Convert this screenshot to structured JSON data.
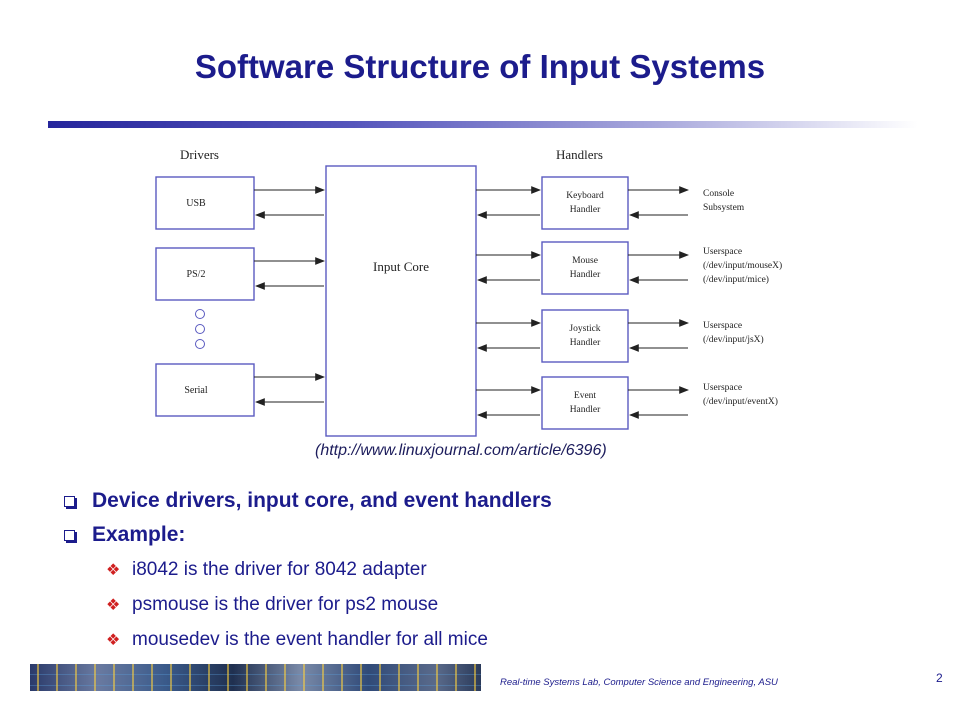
{
  "slide": {
    "title": "Software Structure of Input Systems",
    "caption": "(http://www.linuxjournal.com/article/6396)",
    "bullets": [
      {
        "text": "Device drivers, input core, and event handlers",
        "level": 1
      },
      {
        "text": "Example:",
        "level": 1
      },
      {
        "text": "i8042 is the driver for 8042 adapter",
        "level": 2
      },
      {
        "text": "psmouse is the driver for ps2 mouse",
        "level": 2
      },
      {
        "text": "mousedev is the event handler for all mice",
        "level": 2
      }
    ],
    "footer": "Real-time Systems Lab, Computer Science and Engineering, ASU",
    "page_number": "2"
  },
  "diagram": {
    "drivers_heading": "Drivers",
    "handlers_heading": "Handlers",
    "core_label": "Input Core",
    "drivers": [
      "USB",
      "PS/2",
      "Serial"
    ],
    "handlers": [
      {
        "lines": [
          "Keyboard",
          "Handler"
        ]
      },
      {
        "lines": [
          "Mouse",
          "Handler"
        ]
      },
      {
        "lines": [
          "Joystick",
          "Handler"
        ]
      },
      {
        "lines": [
          "Event",
          "Handler"
        ]
      }
    ],
    "targets": [
      {
        "lines": [
          "Console",
          "Subsystem"
        ]
      },
      {
        "lines": [
          "Userspace",
          "(/dev/input/mouseX)",
          "(/dev/input/mice)"
        ]
      },
      {
        "lines": [
          "Userspace",
          "(/dev/input/jsX)"
        ]
      },
      {
        "lines": [
          "Userspace",
          "(/dev/input/eventX)"
        ]
      }
    ]
  },
  "colors": {
    "title": "#1c1c8c",
    "bullet_text": "#1c1c8c",
    "sub_bullet_marker": "#d02020",
    "diagram_box": "#5a5ac0"
  }
}
